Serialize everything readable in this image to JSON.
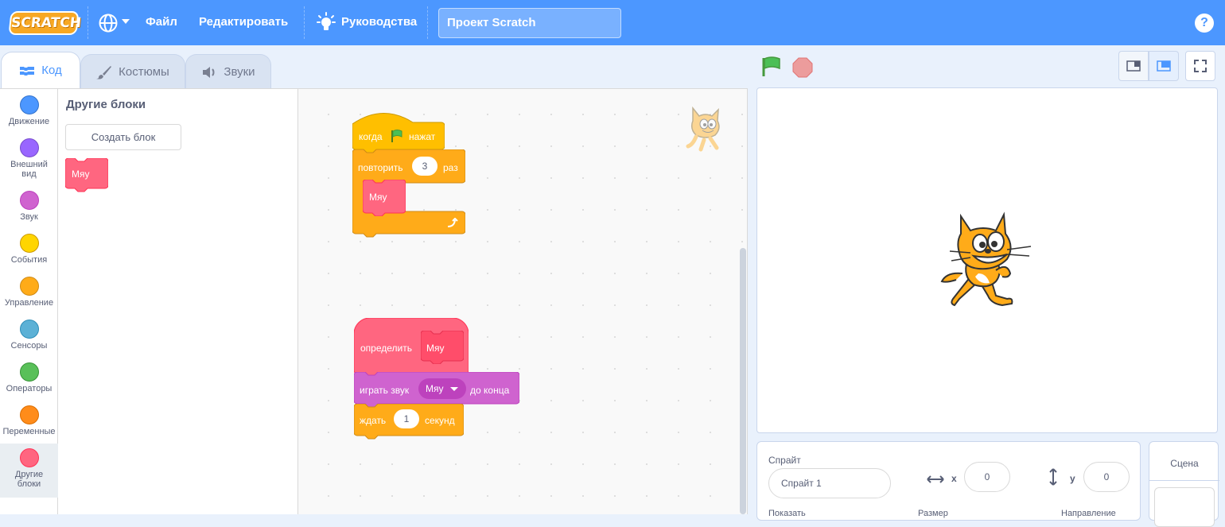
{
  "menubar": {
    "logo": "SCRATCH",
    "file_label": "Файл",
    "edit_label": "Редактировать",
    "tutorials_label": "Руководства",
    "project_title": "Проект Scratch",
    "help_label": "?"
  },
  "tabs": [
    {
      "label": "Код"
    },
    {
      "label": "Костюмы"
    },
    {
      "label": "Звуки"
    }
  ],
  "categories": [
    {
      "label": "Движение",
      "color": "#4c97ff"
    },
    {
      "label": "Внешний вид",
      "color": "#9966ff"
    },
    {
      "label": "Звук",
      "color": "#cf63cf"
    },
    {
      "label": "События",
      "color": "#ffd500"
    },
    {
      "label": "Управление",
      "color": "#ffab19"
    },
    {
      "label": "Сенсоры",
      "color": "#5cb1d6"
    },
    {
      "label": "Операторы",
      "color": "#59c059"
    },
    {
      "label": "Переменные",
      "color": "#ff8c1a"
    },
    {
      "label": "Другие блоки",
      "color": "#ff6680"
    }
  ],
  "flyout": {
    "title": "Другие блоки",
    "make_block_label": "Создать блок",
    "meow_block": "Мяу"
  },
  "script": {
    "when_flag_pre": "когда",
    "when_flag_post": "нажат",
    "repeat_label": "повторить",
    "repeat_count": "3",
    "repeat_unit": "раз",
    "meow_call": "Мяу",
    "define_label": "определить",
    "define_name": "Мяу",
    "play_sound_label": "играть звук",
    "play_sound_value": "Мяу",
    "play_sound_suffix": "до конца",
    "wait_label": "ждать",
    "wait_value": "1",
    "wait_unit": "секунд"
  },
  "sprite_info": {
    "sprite_label": "Спрайт",
    "sprite_name": "Спрайт 1",
    "x_label": "x",
    "x_value": "0",
    "y_label": "y",
    "y_value": "0",
    "show_label": "Показать",
    "size_label": "Размер",
    "direction_label": "Направление"
  },
  "stage_pane": {
    "title": "Сцена"
  },
  "colors": {
    "menubar": "#4c97ff",
    "events": "#ffbf00",
    "control": "#ffab19",
    "my_blocks": "#ff6680",
    "sound": "#cf63cf"
  }
}
